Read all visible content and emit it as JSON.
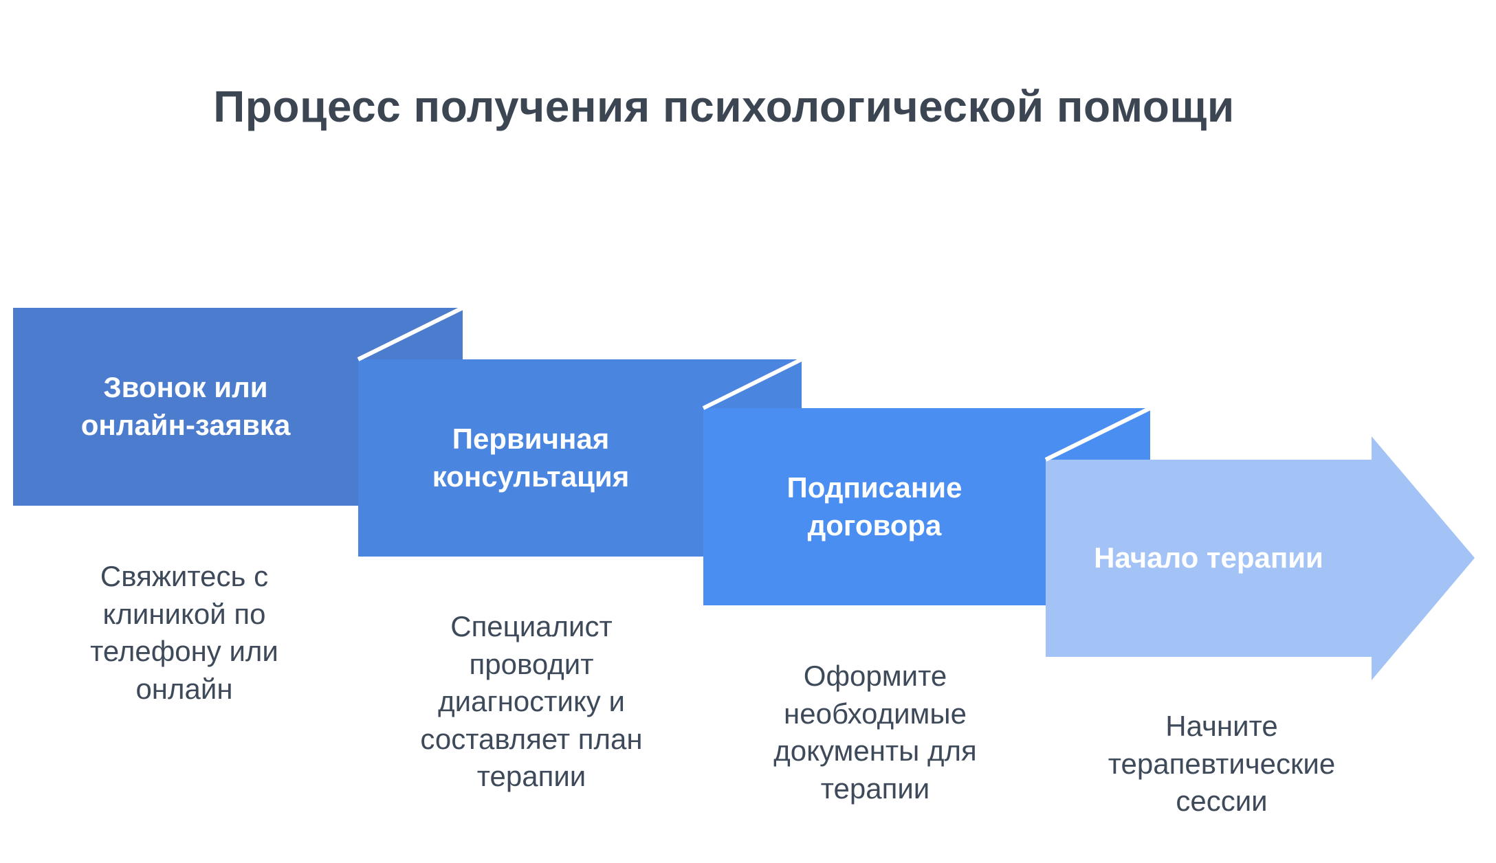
{
  "title": "Процесс получения психологической помощи",
  "colors": {
    "background": "#ffffff",
    "title_text": "#3c4653",
    "description_text": "#3e4a59",
    "step_label_text": "#ffffff"
  },
  "steps": [
    {
      "label": "Звонок или\nонлайн-заявка",
      "description": "Свяжитесь с\nклиникой по\nтелефону или\nонлайн",
      "color": "#4b7ccd"
    },
    {
      "label": "Первичная\nконсультация",
      "description": "Специалист\nпроводит\nдиагностику и\nсоставляет план\nтерапии",
      "color": "#4a85e0"
    },
    {
      "label": "Подписание\nдоговора",
      "description": "Оформите\nнеобходимые\nдокументы для\nтерапии",
      "color": "#4a8ef2"
    },
    {
      "label": "Начало терапии",
      "description": "Начните\nтерапевтические\nсессии",
      "color": "#a3c3f6"
    }
  ]
}
